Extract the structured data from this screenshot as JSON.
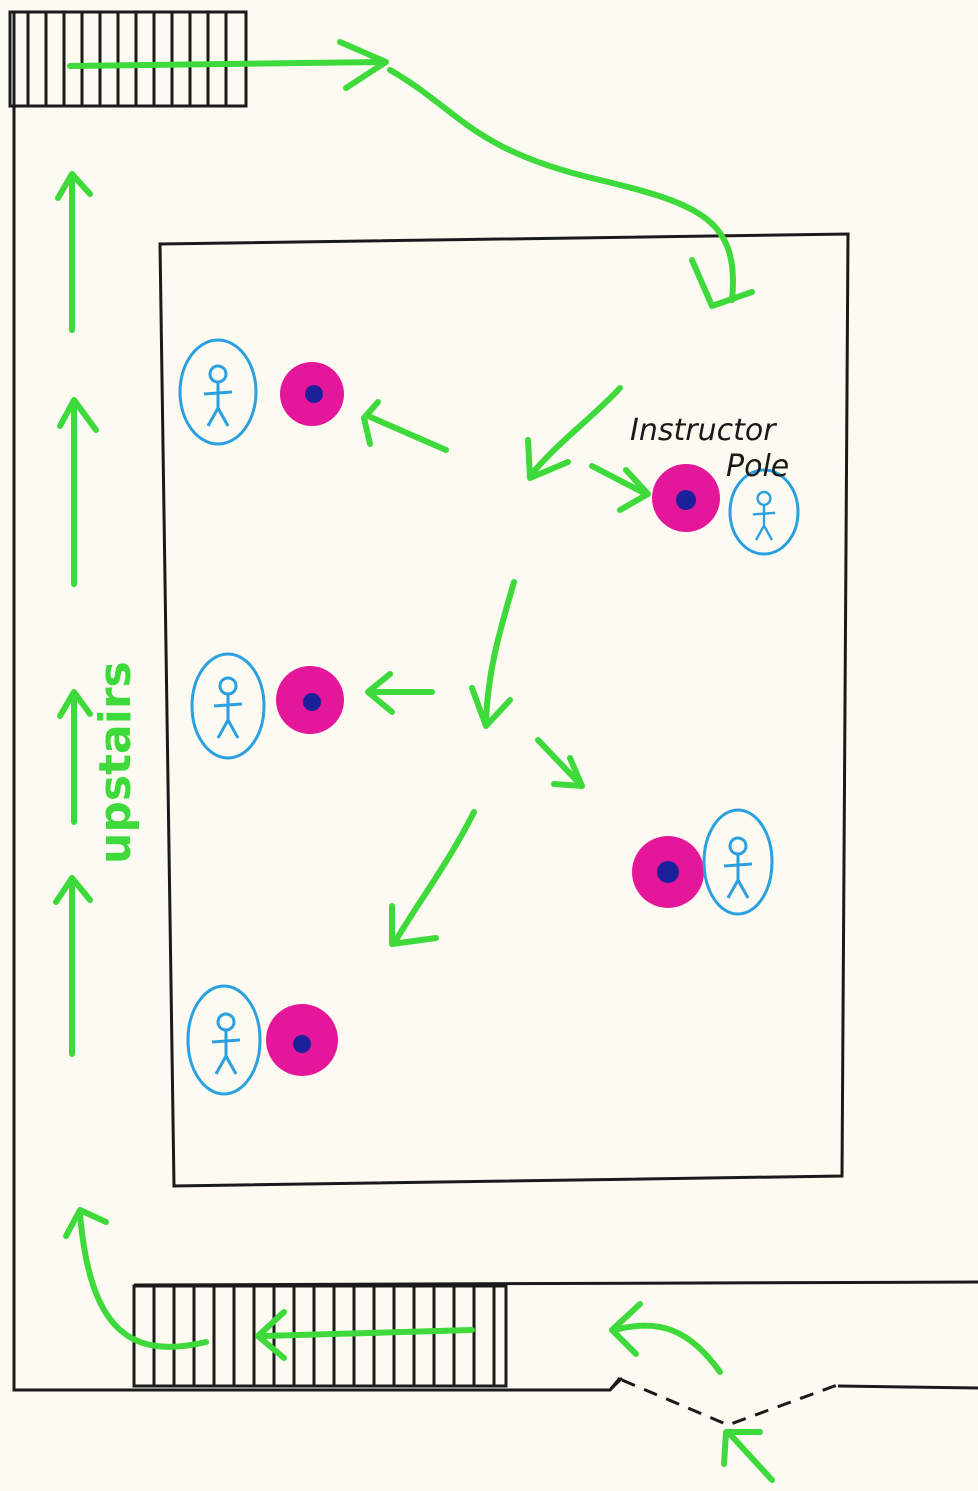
{
  "labels": {
    "instructor_line1": "Instructor",
    "instructor_line2": "Pole",
    "upstairs": "upstairs"
  },
  "colors": {
    "paper": "#fdfaf2",
    "wall": "#1a1a1a",
    "arrow": "#3ed93a",
    "pole_outer": "#e4169a",
    "pole_inner": "#1b1f9a",
    "person": "#2aa0e0"
  },
  "icons": {
    "pole": "pole-icon",
    "person": "stick-figure-icon",
    "stairs": "stairs-icon",
    "door": "door-icon",
    "arrow": "arrow-icon"
  }
}
